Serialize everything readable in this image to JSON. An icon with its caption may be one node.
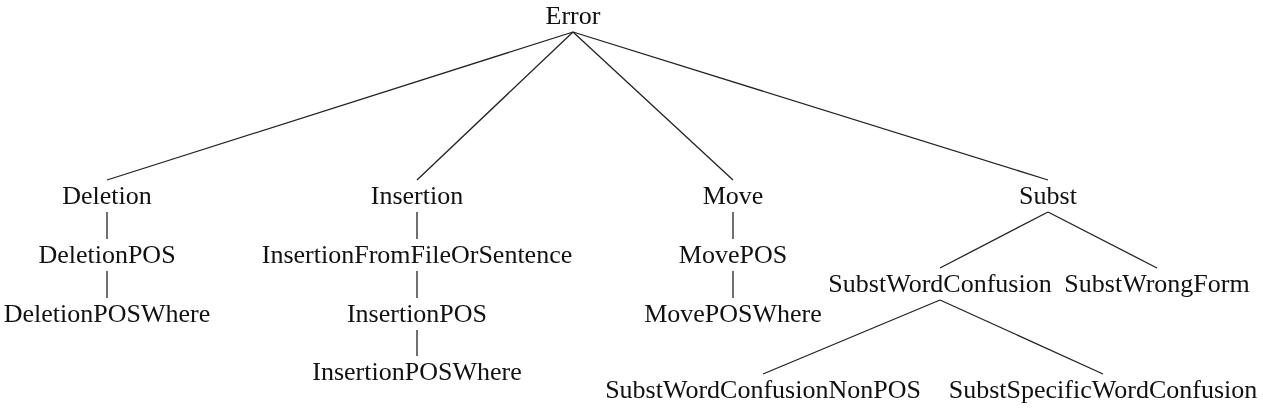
{
  "diagram": {
    "nodes": [
      {
        "text": [
          "Error"
        ]
      },
      {
        "text": [
          "Deletion"
        ]
      },
      {
        "text": [
          "Insertion"
        ]
      },
      {
        "text": [
          "Move"
        ]
      },
      {
        "text": [
          "Subst"
        ]
      },
      {
        "text": [
          "DeletionPOS"
        ]
      },
      {
        "text": [
          "InsertionFromFileOrSentence"
        ]
      },
      {
        "text": [
          "MovePOS"
        ]
      },
      {
        "text": [
          "SubstWordConfusion"
        ]
      },
      {
        "text": [
          "SubstWrongForm"
        ]
      },
      {
        "text": [
          "DeletionPOSWhere"
        ]
      },
      {
        "text": [
          "InsertionPOS"
        ]
      },
      {
        "text": [
          "MovePOSWhere"
        ]
      },
      {
        "text": [
          "InsertionPOSWhere"
        ]
      },
      {
        "text": [
          "SubstWordConfusionNonPOS"
        ]
      },
      {
        "text": [
          "SubstSpecificWordConfusion"
        ]
      }
    ],
    "edges": [
      {
        "from": 0,
        "to": 1,
        "arrow": "none"
      },
      {
        "from": 0,
        "to": 2,
        "arrow": "none"
      },
      {
        "from": 0,
        "to": 3,
        "arrow": "none"
      },
      {
        "from": 0,
        "to": 4,
        "arrow": "none"
      },
      {
        "from": 1,
        "to": 5,
        "arrow": "none"
      },
      {
        "from": 5,
        "to": 10,
        "arrow": "none"
      },
      {
        "from": 2,
        "to": 6,
        "arrow": "none"
      },
      {
        "from": 6,
        "to": 11,
        "arrow": "none"
      },
      {
        "from": 11,
        "to": 13,
        "arrow": "none"
      },
      {
        "from": 3,
        "to": 7,
        "arrow": "none"
      },
      {
        "from": 7,
        "to": 12,
        "arrow": "none"
      },
      {
        "from": 4,
        "to": 8,
        "arrow": "none"
      },
      {
        "from": 4,
        "to": 9,
        "arrow": "none"
      },
      {
        "from": 8,
        "to": 14,
        "arrow": "none"
      },
      {
        "from": 8,
        "to": 15,
        "arrow": "none"
      }
    ]
  }
}
